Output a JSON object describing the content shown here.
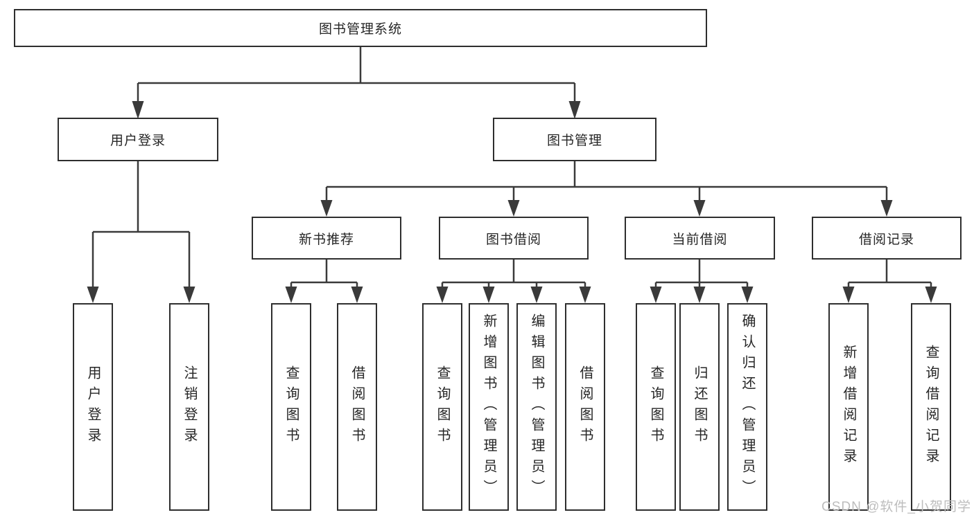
{
  "diagram": {
    "title": "图书管理系统",
    "level2": {
      "user_login": "用户登录",
      "book_management": "图书管理"
    },
    "level3": {
      "new_book_recommend": "新书推荐",
      "book_borrow": "图书借阅",
      "current_borrow": "当前借阅",
      "borrow_record": "借阅记录"
    },
    "leaves": {
      "user_login": [
        "用户登录",
        "注销登录"
      ],
      "new_book_recommend": [
        "查询图书",
        "借阅图书"
      ],
      "book_borrow": [
        "查询图书",
        "新增图书（管理员）",
        "编辑图书（管理员）",
        "借阅图书"
      ],
      "current_borrow": [
        "查询图书",
        "归还图书",
        "确认归还（管理员）"
      ],
      "borrow_record": [
        "新增借阅记录",
        "查询借阅记录"
      ]
    },
    "watermark": "CSDN @软件_小贺同学",
    "colors": {
      "line": "#3a3a3a",
      "box_border": "#2e2e2e",
      "text": "#262626",
      "background": "#ffffff",
      "watermark": "#bdbdbd"
    }
  }
}
